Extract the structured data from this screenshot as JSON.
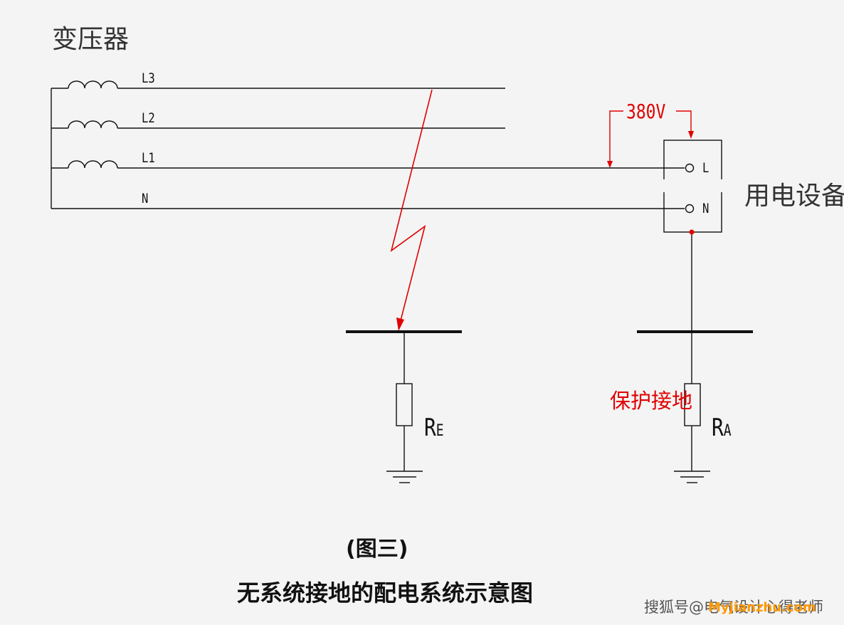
{
  "transformer_label": "变压器",
  "lines": {
    "l3": "L3",
    "l2": "L2",
    "l1": "L1",
    "n": "N"
  },
  "voltage_label": "380V",
  "device": {
    "label": "用电设备",
    "terminal_l": "L",
    "terminal_n": "N"
  },
  "protective_earth_label": "保护接地",
  "resistor_e": {
    "main": "R",
    "sub": "E"
  },
  "resistor_a": {
    "main": "R",
    "sub": "A"
  },
  "caption": {
    "figure": "(图三)",
    "title": "无系统接地的配电系统示意图"
  },
  "watermark": {
    "main": "搜狐号@电气设计心得老师",
    "overlay": "Myjianzhu.com"
  },
  "colors": {
    "line": "#111111",
    "fault": "#e00000",
    "background": "#f4f4f4"
  }
}
